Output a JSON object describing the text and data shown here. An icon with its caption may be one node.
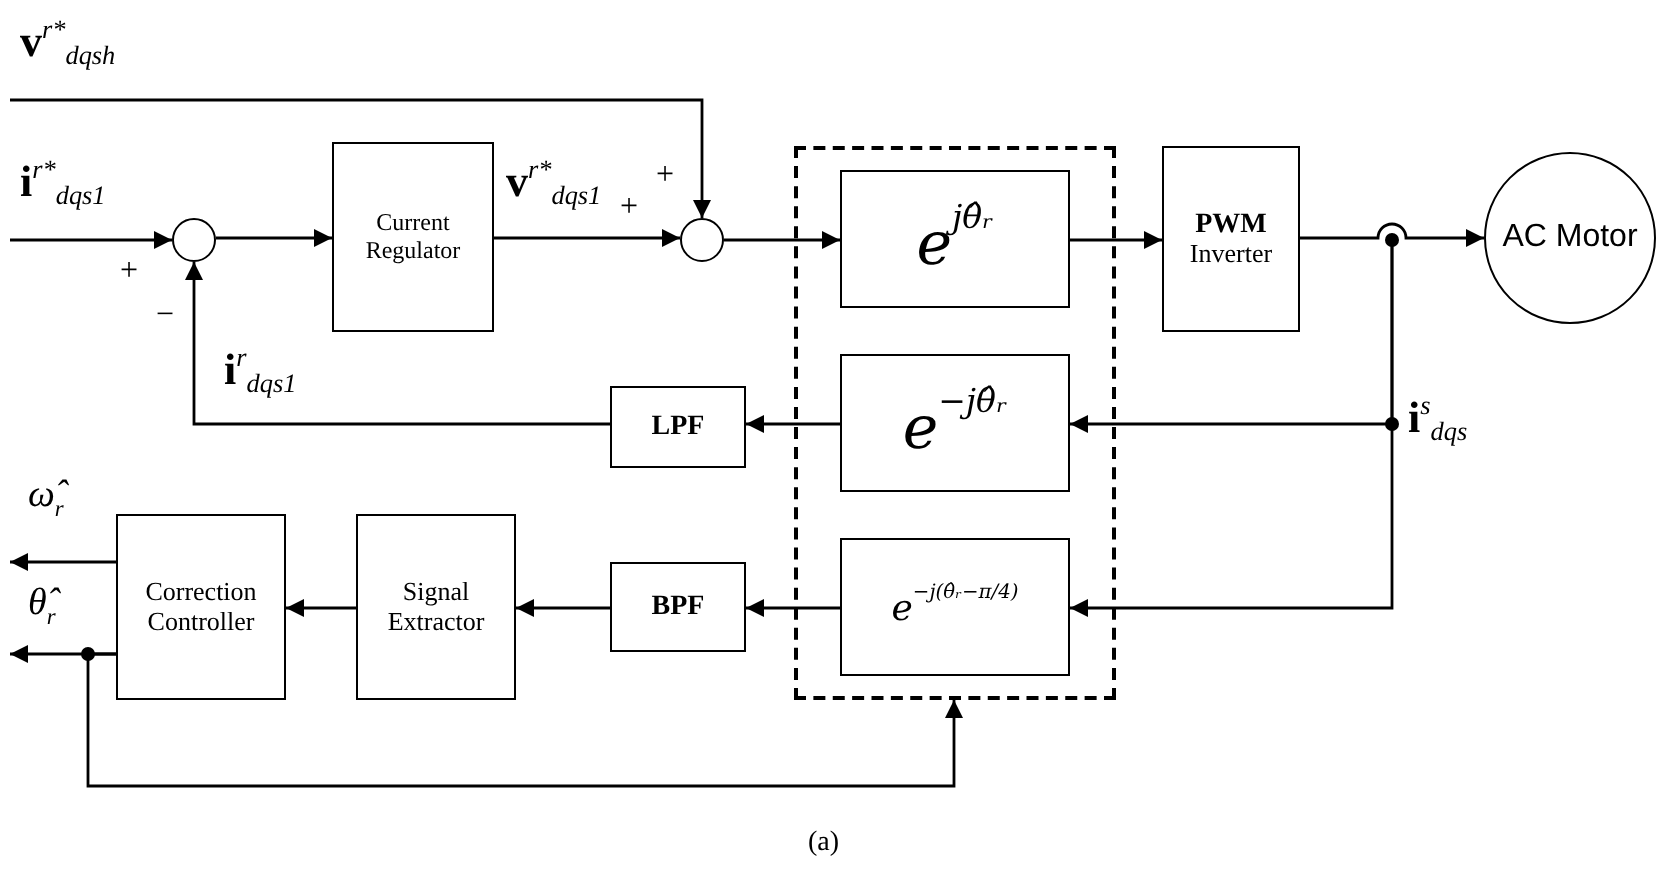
{
  "diagram": {
    "caption": "(a)",
    "nodes": [
      {
        "text": [],
        "shape": "box"
      },
      {
        "text": [],
        "shape": "circle"
      },
      {
        "text": [
          "Current Regulator"
        ]
      },
      {
        "text": [],
        "shape": "circle"
      },
      {
        "text": [
          "e$^{jθ̂ᵣ}$"
        ],
        "in": 0
      },
      {
        "text": [
          "PWM",
          "Inverter"
        ]
      },
      {
        "text": [
          "AC Motor"
        ]
      },
      {
        "text": [
          "e$^{−jθ̂ᵣ}$"
        ],
        "in": 0
      },
      {
        "text": [
          "LPF"
        ]
      },
      {
        "text": [
          "e$^{−j(θ̂ᵣ−π/4)}$"
        ],
        "in": 0
      },
      {
        "text": [
          "BPF"
        ]
      },
      {
        "text": [
          "Signal Extractor"
        ]
      },
      {
        "text": [
          "Correction Controller"
        ]
      },
      {
        "text": [
          "ω̂$_{r}$"
        ]
      },
      {
        "text": [
          "θ̂$_{r}$"
        ]
      }
    ],
    "edges": [
      {
        "from": null,
        "to": 1,
        "arrow": "to"
      },
      {
        "from": 1,
        "to": 2,
        "arrow": "to"
      },
      {
        "from": 2,
        "to": 3,
        "arrow": "to"
      },
      {
        "from": null,
        "to": 3,
        "arrow": "to"
      },
      {
        "from": 3,
        "to": 4,
        "arrow": "to"
      },
      {
        "from": 4,
        "to": 5,
        "arrow": "to"
      },
      {
        "from": 5,
        "to": 6,
        "arrow": "to"
      },
      {
        "from": null,
        "to": 7,
        "arrow": "to"
      },
      {
        "from": null,
        "to": 9,
        "arrow": "to"
      },
      {
        "from": 7,
        "to": 8,
        "arrow": "to"
      },
      {
        "from": 8,
        "to": 1,
        "arrow": "to"
      },
      {
        "from": 9,
        "to": 10,
        "arrow": "to"
      },
      {
        "from": 10,
        "to": 11,
        "arrow": "to"
      },
      {
        "from": 11,
        "to": 12,
        "arrow": "to"
      },
      {
        "from": 12,
        "to": 13,
        "arrow": "to"
      },
      {
        "from": 12,
        "to": 14,
        "arrow": "to"
      },
      {
        "from": 12,
        "to": 0,
        "arrow": "to"
      }
    ],
    "labels": [
      "**v**$^{r*}$$_{dqsh}$",
      "**i**$^{r*}$$_{dqs1}$",
      "+",
      "−",
      "**i**$^{r}$$_{dqs1}$",
      "**v**$^{r*}$$_{dqs1}$",
      "+",
      "+",
      "**i**$^{s}$$_{dqs}$"
    ]
  }
}
